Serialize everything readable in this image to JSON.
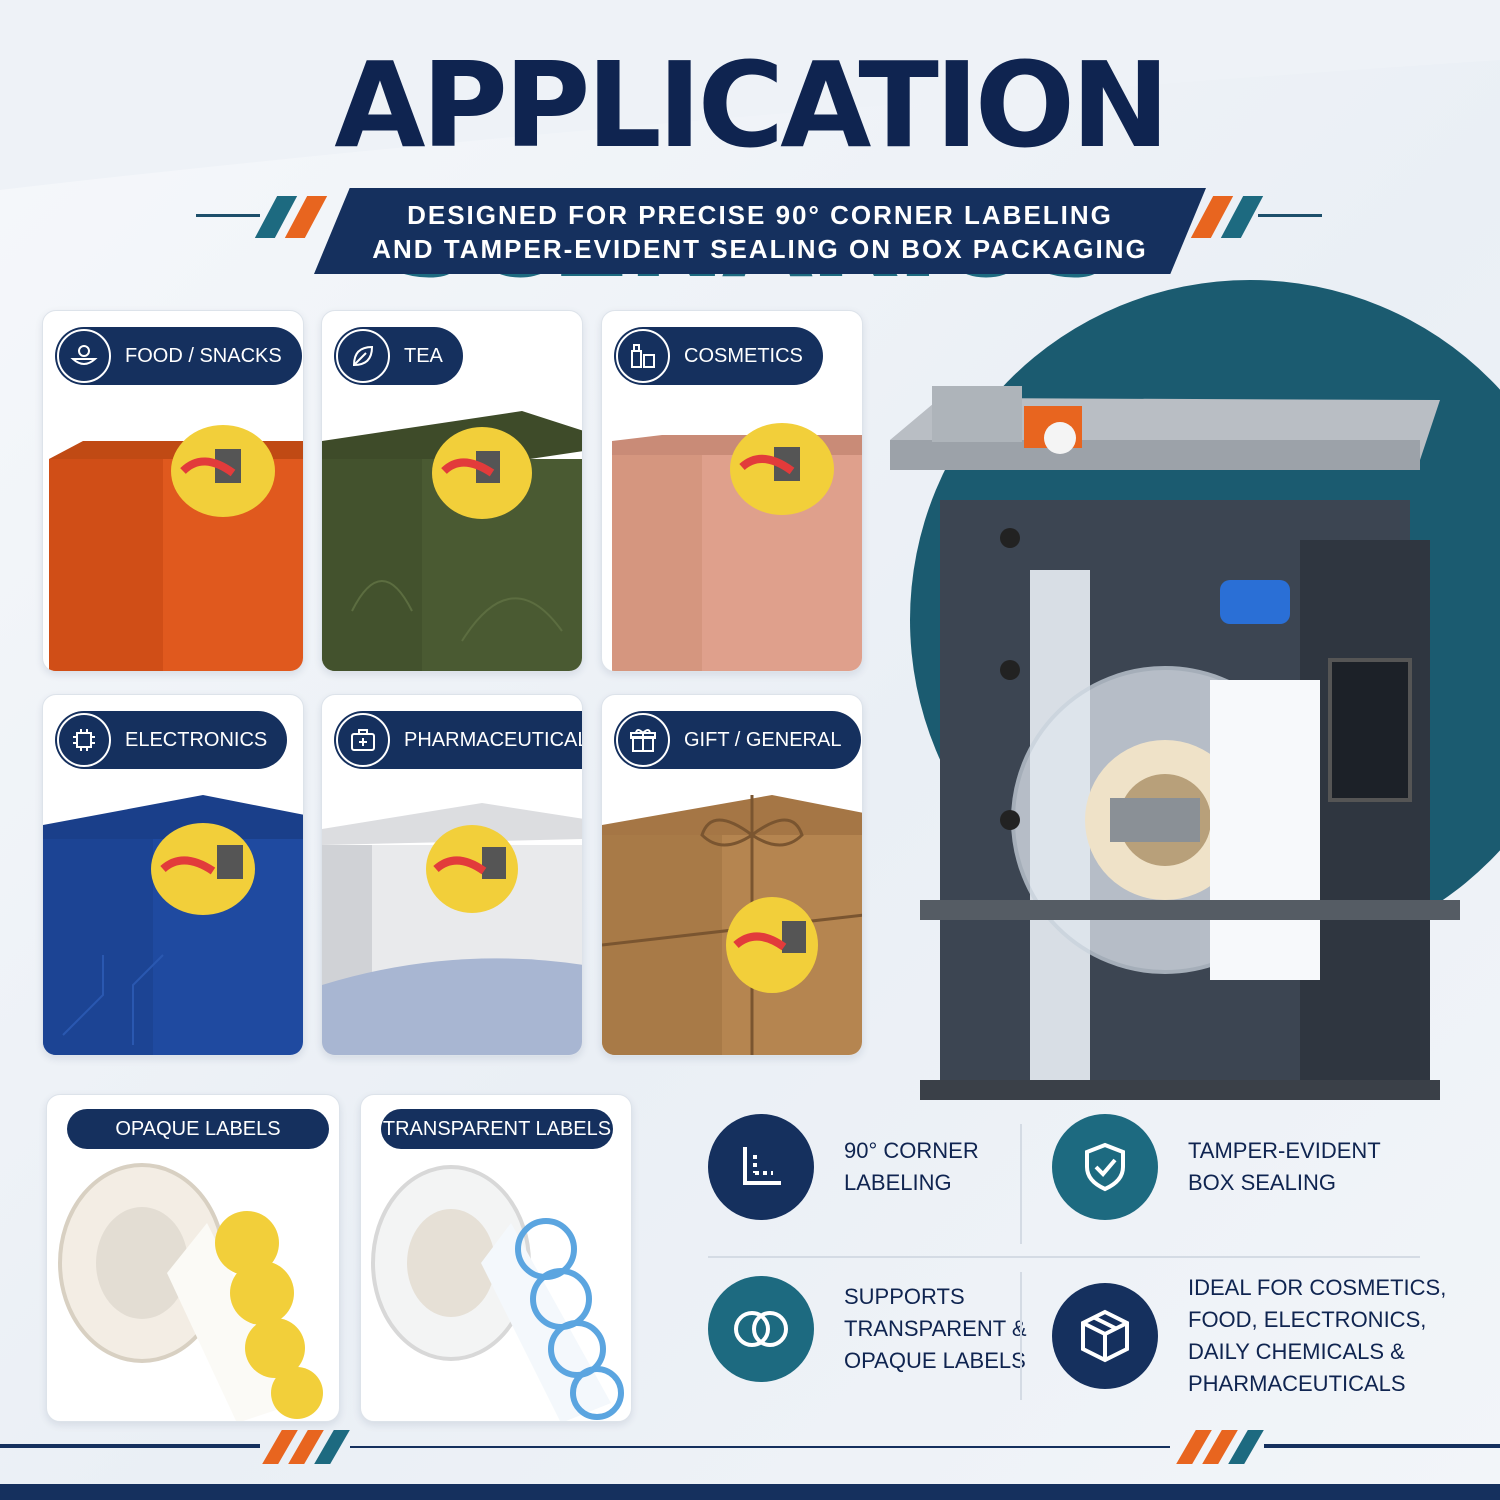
{
  "header": {
    "title_part1": "APPLICATION",
    "title_part2": "SCENARIOS",
    "subtitle_line1": "DESIGNED FOR PRECISE 90° CORNER LABELING",
    "subtitle_line2": "AND TAMPER-EVIDENT SEALING ON BOX PACKAGING"
  },
  "scenarios": [
    {
      "label": "FOOD / SNACKS",
      "icon": "food-icon",
      "box_color": "#e0591e"
    },
    {
      "label": "TEA",
      "icon": "leaf-icon",
      "box_color": "#4a5a32"
    },
    {
      "label": "COSMETICS",
      "icon": "bottles-icon",
      "box_color": "#dfa08c"
    },
    {
      "label": "ELECTRONICS",
      "icon": "chip-icon",
      "box_color": "#1f4aa0"
    },
    {
      "label": "PHARMACEUTICALS",
      "icon": "medical-kit-icon",
      "box_color": "#e9eaec"
    },
    {
      "label": "GIFT / GENERAL",
      "icon": "gift-icon",
      "box_color": "#b58550"
    }
  ],
  "labels": {
    "opaque": "OPAQUE LABELS",
    "transparent": "TRANSPARENT LABELS"
  },
  "features": [
    {
      "text": "90° CORNER\nLABELING",
      "icon": "corner-angle-icon"
    },
    {
      "text": "TAMPER-EVIDENT\nBOX SEALING",
      "icon": "shield-check-icon"
    },
    {
      "text": "SUPPORTS\nTRANSPARENT &\nOPAQUE LABELS",
      "icon": "rings-icon"
    },
    {
      "text": "IDEAL FOR COSMETICS,\nFOOD, ELECTRONICS,\nDAILY CHEMICALS &\nPHARMACEUTICALS",
      "icon": "package-box-icon"
    }
  ],
  "colors": {
    "navy": "#15305e",
    "teal": "#1d6a80",
    "orange": "#e8651f"
  }
}
